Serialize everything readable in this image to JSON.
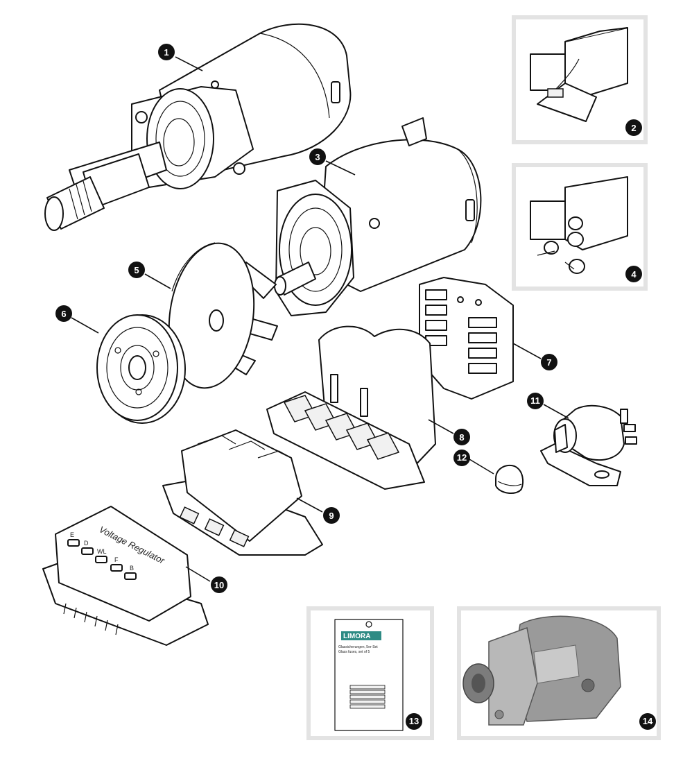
{
  "callouts": [
    {
      "id": "1",
      "label": "1"
    },
    {
      "id": "2",
      "label": "2"
    },
    {
      "id": "3",
      "label": "3"
    },
    {
      "id": "4",
      "label": "4"
    },
    {
      "id": "5",
      "label": "5"
    },
    {
      "id": "6",
      "label": "6"
    },
    {
      "id": "7",
      "label": "7"
    },
    {
      "id": "8",
      "label": "8"
    },
    {
      "id": "9",
      "label": "9"
    },
    {
      "id": "10",
      "label": "10"
    },
    {
      "id": "11",
      "label": "11"
    },
    {
      "id": "12",
      "label": "12"
    },
    {
      "id": "13",
      "label": "13"
    },
    {
      "id": "14",
      "label": "14"
    }
  ],
  "regulator_label": "Voltage Regulator",
  "terminal_labels": [
    "E",
    "D",
    "WL",
    "F",
    "B"
  ],
  "fuse_pack": {
    "brand": "LIMORA",
    "title_de": "Glassicherungen, 5er-Set",
    "title_en": "Glass fuses, set of 5"
  },
  "colors": {
    "ink": "#111111",
    "frame": "#e3e3e3",
    "brand": "#2e8b84"
  }
}
